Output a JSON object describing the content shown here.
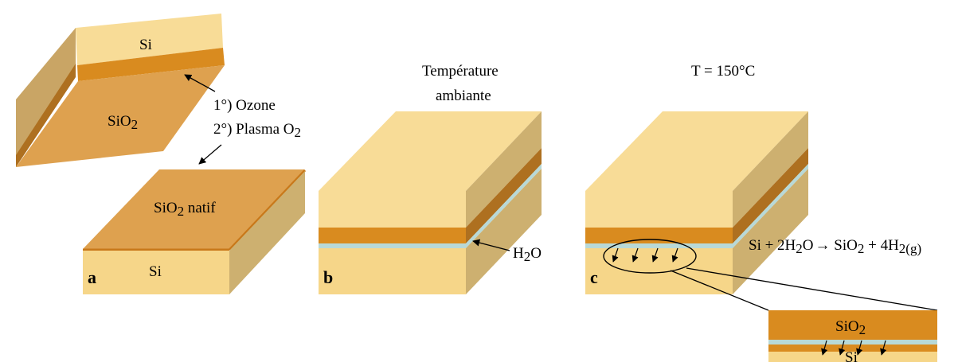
{
  "colors": {
    "si_top": "#f8dc97",
    "si_front": "#f6d689",
    "si_side": "#cdb070",
    "oxide_front": "#d98b1f",
    "oxide_side": "#ae7020",
    "oxide_top": "#dea14f",
    "water": "#b8d9d7",
    "wafer_side_left": "#c9a565"
  },
  "panel_a": {
    "letter": "a",
    "top_wafer_si": "Si",
    "top_wafer_oxide": "SiO",
    "top_wafer_oxide_sub": "2",
    "step1": "1°) Ozone",
    "step2": "2°) Plasma O",
    "step2_sub": "2",
    "bottom_oxide": "SiO",
    "bottom_oxide_sub": "2",
    "bottom_oxide_suffix": " natif",
    "bottom_si": "Si"
  },
  "panel_b": {
    "letter": "b",
    "title_line1": "Température",
    "title_line2": "ambiante",
    "water_label": "H",
    "water_label_sub": "2",
    "water_label_suffix": "O"
  },
  "panel_c": {
    "letter": "c",
    "title": "T = 150°C",
    "eq_part1": "Si + 2H",
    "eq_sub1": "2",
    "eq_part2": "O",
    "eq_arrow": "→",
    "eq_part3": " SiO",
    "eq_sub2": "2",
    "eq_part4": " + 4H",
    "eq_sub3": "2(g)",
    "zoom_oxide": "SiO",
    "zoom_oxide_sub": "2",
    "zoom_si": "Si"
  }
}
